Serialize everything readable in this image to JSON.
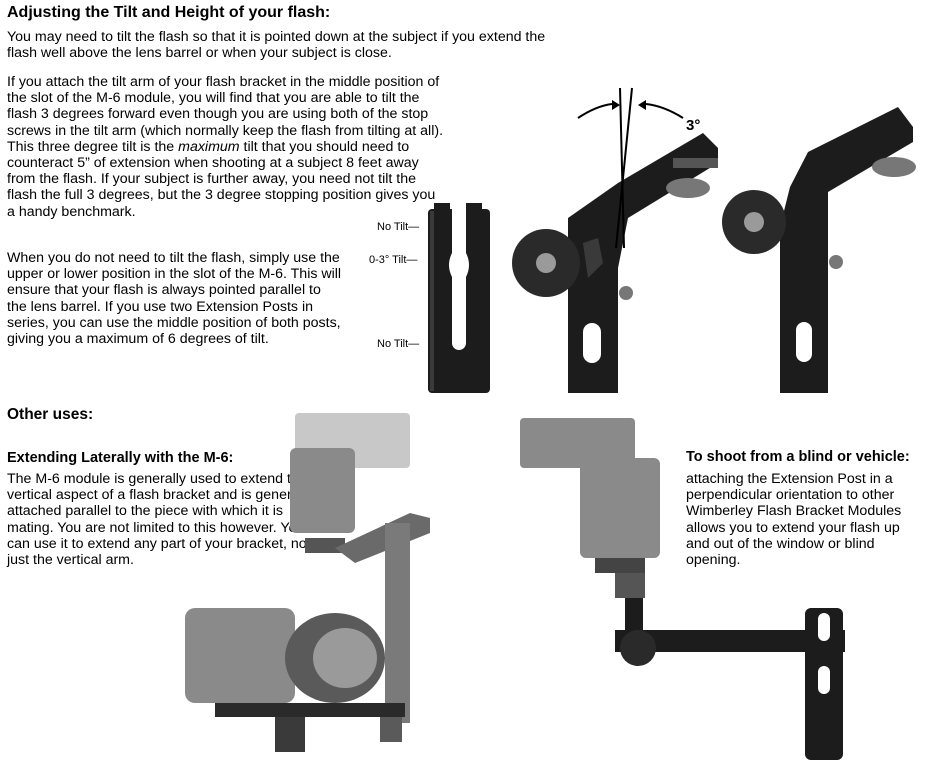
{
  "title": "Adjusting the Tilt and Height of your flash:",
  "intro": "You may need to tilt the flash so that it is pointed down at the subject if you extend the flash well above the lens barrel or when your subject is close.",
  "tilt_para": {
    "before": "If you attach the tilt arm of your flash bracket in the middle position of the slot of the M-6 module, you will find that you are able to tilt the flash 3 degrees forward even though you are using both of the stop screws in the tilt arm (which normally keep the flash from tilting at all). This three degree tilt is the ",
    "emphasis": "maximum",
    "after": " tilt that you should need to counteract 5” of extension when shooting at a subject 8 feet away from the flash. If your subject is further away, you need not tilt the flash the full 3 degrees, but the 3 degree stopping position gives you a handy benchmark."
  },
  "when_para": "When you do not need to tilt the flash, simply use the upper or lower position in the slot of the M-6. This will ensure that your flash is always pointed parallel to the lens barrel. If you use two Extension Posts in series, you can use the middle position of both posts, giving you a maximum of 6 degrees of tilt.",
  "labels": {
    "no_tilt_top": "No Tilt—",
    "tilt_range": "0-3° Tilt—",
    "no_tilt_bottom": "No Tilt—",
    "angle": "3°"
  },
  "other_uses": "Other uses:",
  "extending": {
    "heading": "Extending Laterally with the M-6:",
    "body": "The M-6 module is generally used to extend the vertical aspect of a flash bracket and is generally attached parallel to the piece with which it is mating. You are not limited to this however. You can use it to extend any part of your bracket, not just the vertical arm."
  },
  "blind": {
    "heading": "To shoot from a blind or vehicle:",
    "body": "attaching the Extension Post in a perpendicular orientation to other Wimberley Flash Bracket Modules allows you to extend your flash up and out of the window or blind opening."
  },
  "colors": {
    "metal_dark": "#1c1c1c",
    "knob": "#2a2a2a",
    "flash_body": "#8a8a8a",
    "flash_light": "#c8c8c8"
  }
}
